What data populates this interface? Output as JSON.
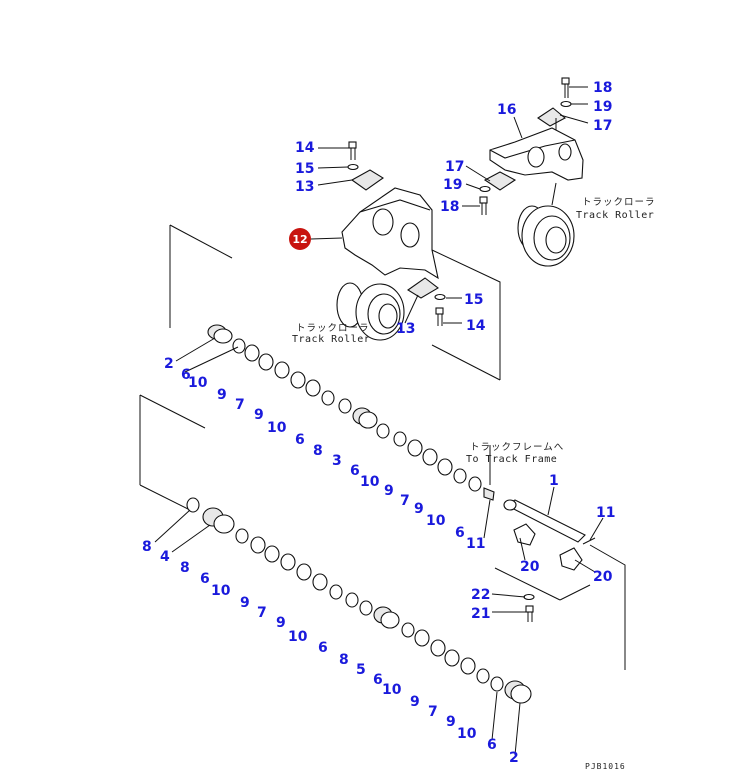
{
  "diagram": {
    "roller_label_jp": "トラックローラ",
    "roller_label_en": "Track Roller",
    "frame_label_jp": "トラックフレームへ",
    "frame_label_en": "To Track Frame",
    "drawing_code": "PJB1016",
    "highlight_callout": "12",
    "callouts": {
      "c18": "18",
      "c19a": "19",
      "c17a": "17",
      "c16": "16",
      "c17b": "17",
      "c19b": "19",
      "c18b": "18",
      "c14a": "14",
      "c15a": "15",
      "c13a": "13",
      "c15b": "15",
      "c14b": "14",
      "c13b": "13",
      "c2a": "2",
      "c6a": "6",
      "c10a": "10",
      "c9a": "9",
      "c7a": "7",
      "c9b": "9",
      "c10b": "10",
      "c6b": "6",
      "c8a": "8",
      "c3": "3",
      "c6c": "6",
      "c10c": "10",
      "c9c": "9",
      "c7b": "7",
      "c9d": "9",
      "c10d": "10",
      "c6d": "6",
      "c11a": "11",
      "c1": "1",
      "c11b": "11",
      "c20a": "20",
      "c20b": "20",
      "c22": "22",
      "c21": "21",
      "c8b": "8",
      "c4": "4",
      "c8c": "8",
      "c6e": "6",
      "c10e": "10",
      "c9e": "9",
      "c7c": "7",
      "c9f": "9",
      "c10f": "10",
      "c6f": "6",
      "c8d": "8",
      "c5": "5",
      "c6g": "6",
      "c10g": "10",
      "c9g": "9",
      "c7d": "7",
      "c9h": "9",
      "c10h": "10",
      "c6h": "6",
      "c2b": "2"
    }
  }
}
